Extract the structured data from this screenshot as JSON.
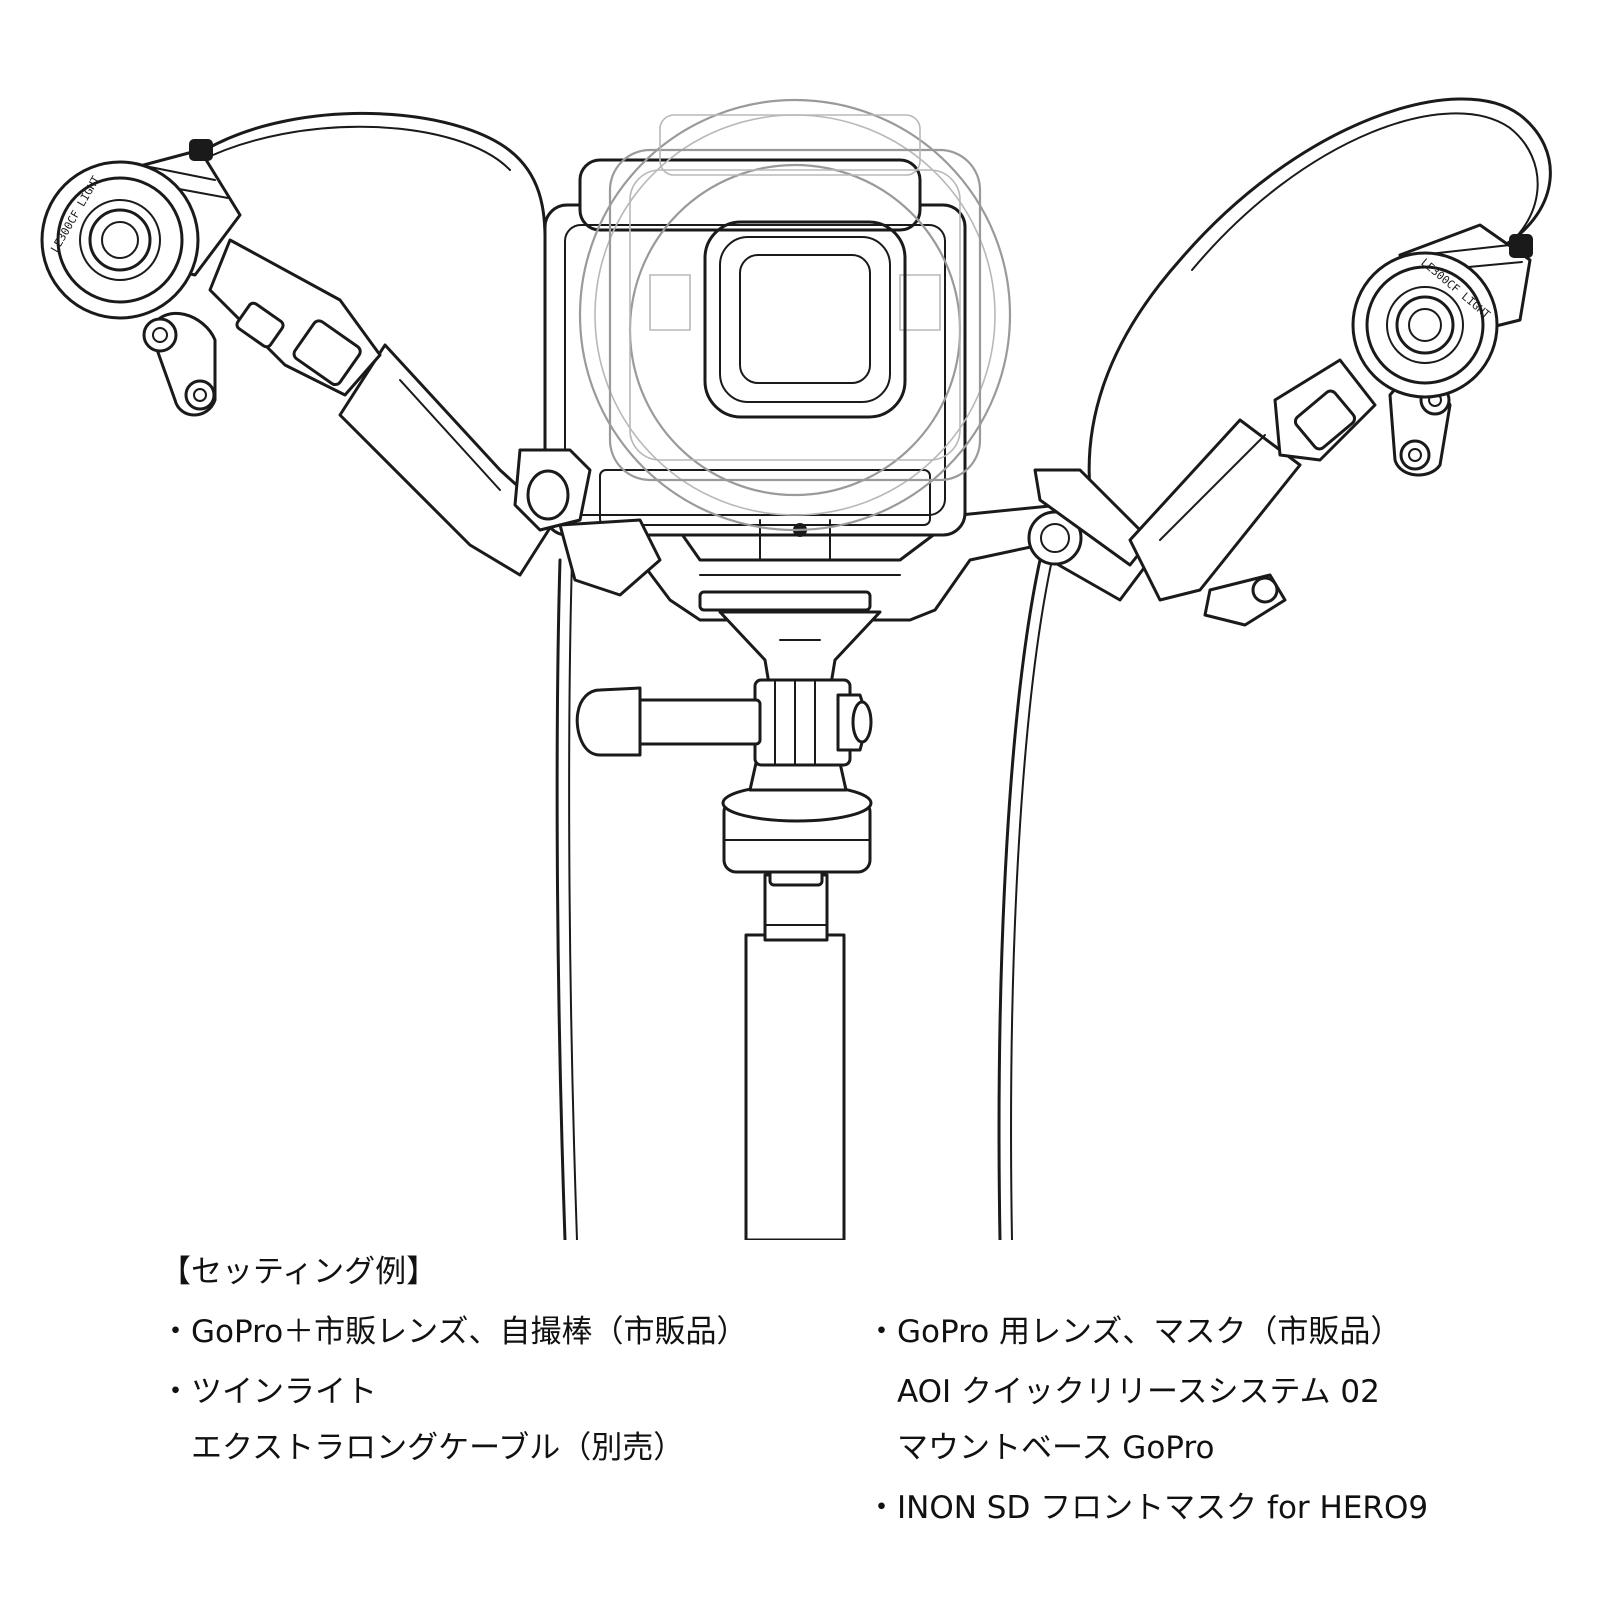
{
  "caption": {
    "heading": "【セッティング例】",
    "left": [
      "・GoPro＋市販レンズ、自撮棒（市販品）",
      "・ツインライト",
      "　エクストラロングケーブル（別売）"
    ],
    "right": [
      "・GoPro 用レンズ、マスク（市販品）",
      "　AOI クイックリリースシステム 02",
      "　マウントベース GoPro",
      "・INON SD フロントマスク for HERO9"
    ]
  },
  "light_labels": {
    "left_ring_text": "LE300CF  LIGHT",
    "right_ring_text": "LE300CF  LIGHT"
  }
}
